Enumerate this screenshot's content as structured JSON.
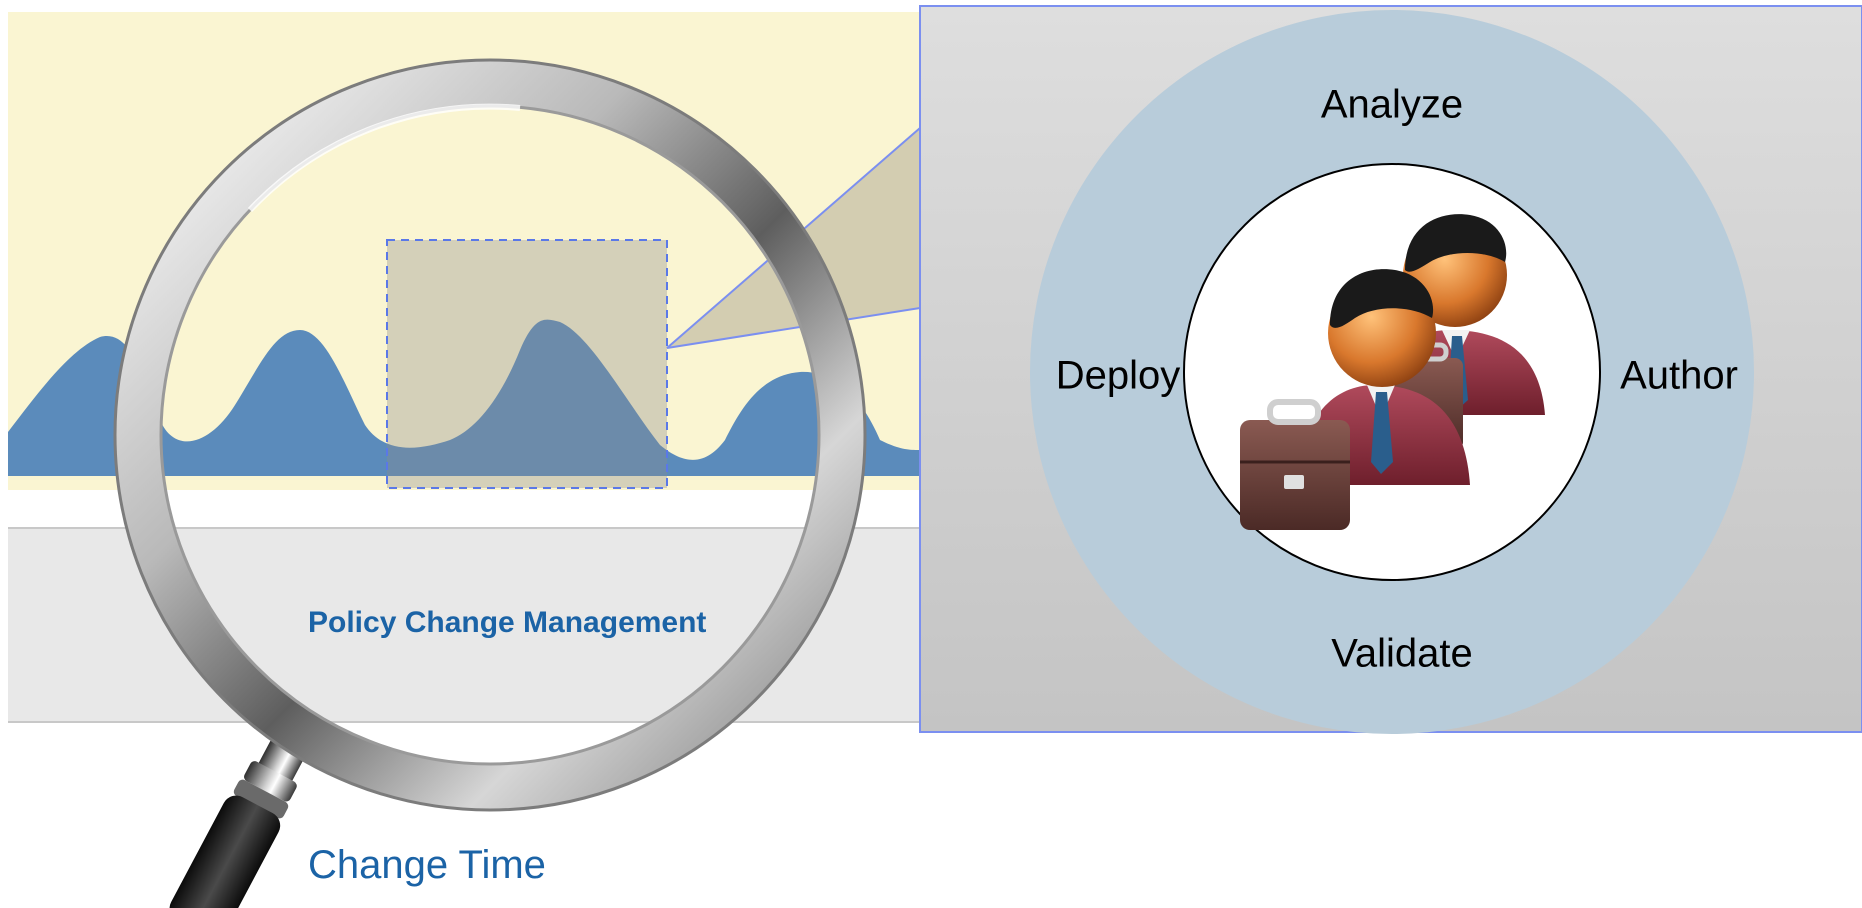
{
  "timeline": {
    "band_label": "Policy Change Management",
    "axis_label": "Change Time"
  },
  "cycle": {
    "top_label": "Analyze",
    "right_label": "Author",
    "bottom_label": "Validate",
    "left_label": "Deploy",
    "center_icon": "business-users-icon"
  },
  "colors": {
    "chart_background": "#faf5d2",
    "wave_fill": "#5b8bbb",
    "band_background": "#e8e8e8",
    "panel_background": "#d2d2d2",
    "cycle_ring": "#b8ccda",
    "label_blue": "#1b63a6",
    "callout_line": "#7b8ff0"
  }
}
